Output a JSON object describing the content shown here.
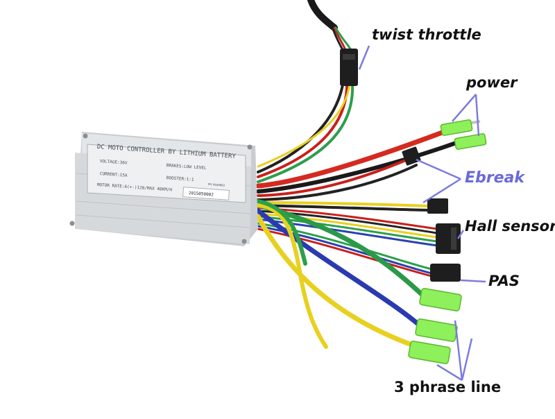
{
  "labels": {
    "twist_throttle": "twist throttle",
    "power": "power",
    "ebreak": "Ebreak",
    "hall_sensor": "Hall sensor",
    "pas": "PAS",
    "phase_line": "3 phrase line"
  },
  "controller_plate": {
    "line1": "DC MOTO CONTROLLER BY LITHIUM BATTERY",
    "line2_left": "VOLTAGE:36V",
    "line2_right": "BRAKES:LOW LEVEL",
    "line3_left": "CURRENT:15A",
    "line3_right": "BOOSTER:1:1",
    "line4": "MOTOR RATE:6(+-)120/MAX 40KM/H",
    "serial_small": "PM.M1D0003",
    "serial": "2015050002"
  },
  "colors": {
    "label_text": "#111111",
    "ebreak_text": "#6a6ad8",
    "pointer": "#7b7be0",
    "controller_body": "#d9dcdf",
    "connector_green": "#8ef05a"
  }
}
